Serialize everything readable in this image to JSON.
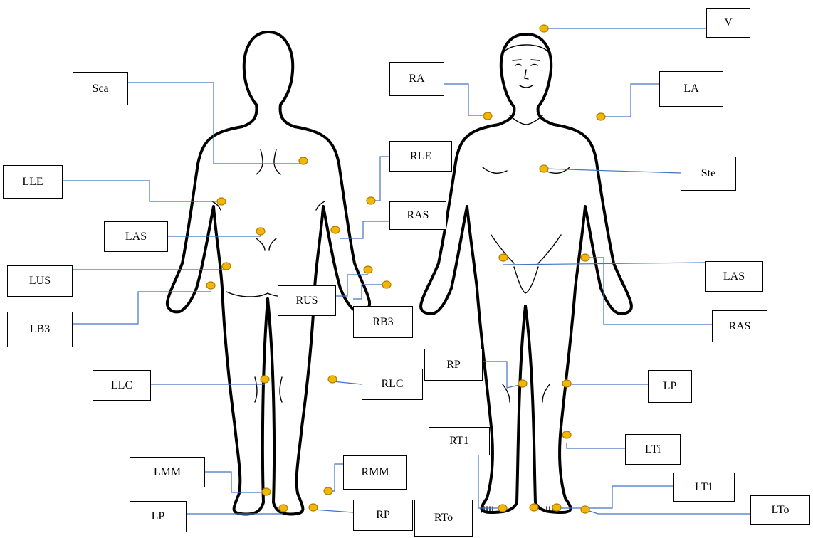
{
  "diagram": {
    "colors": {
      "outline": "#000000",
      "leader": "#4472c4",
      "marker": "#f2b705",
      "box_border": "#000000"
    },
    "back_view": {
      "labels": {
        "sca": "Sca",
        "lle": "LLE",
        "las": "LAS",
        "lus": "LUS",
        "lb3": "LB3",
        "rle": "RLE",
        "ras": "RAS",
        "rus": "RUS",
        "rb3": "RB3",
        "llc": "LLC",
        "rlc": "RLC",
        "lmm": "LMM",
        "rmm": "RMM",
        "lp": "LP",
        "rp": "RP"
      }
    },
    "front_view": {
      "labels": {
        "v": "V",
        "ra": "RA",
        "la": "LA",
        "ste": "Ste",
        "las": "LAS",
        "ras": "RAS",
        "rp": "RP",
        "lp": "LP",
        "rt1": "RT1",
        "lti": "LTi",
        "lt1": "LT1",
        "rto": "RTo",
        "lto": "LTo"
      }
    }
  }
}
